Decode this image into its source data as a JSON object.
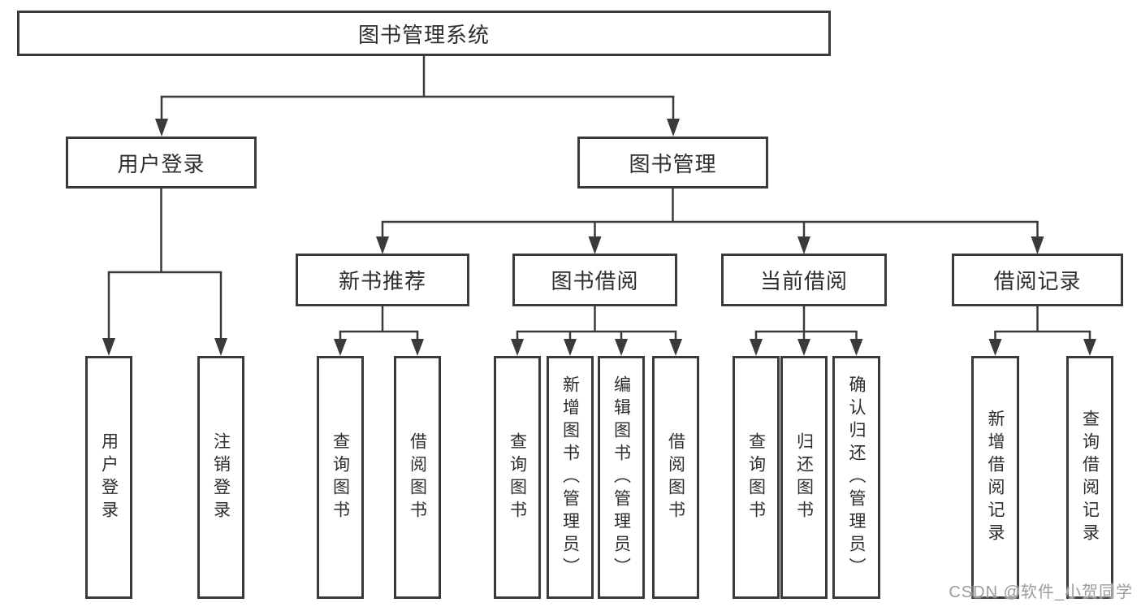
{
  "diagram": {
    "root": {
      "label": "图书管理系统",
      "children": [
        {
          "label": "用户登录",
          "children": [
            {
              "label": "用户登录"
            },
            {
              "label": "注销登录"
            }
          ]
        },
        {
          "label": "图书管理",
          "children": [
            {
              "label": "新书推荐",
              "children": [
                {
                  "label": "查询图书"
                },
                {
                  "label": "借阅图书"
                }
              ]
            },
            {
              "label": "图书借阅",
              "children": [
                {
                  "label": "查询图书"
                },
                {
                  "label": "新增图书（管理员）"
                },
                {
                  "label": "编辑图书（管理员）"
                },
                {
                  "label": "借阅图书"
                }
              ]
            },
            {
              "label": "当前借阅",
              "children": [
                {
                  "label": "查询图书"
                },
                {
                  "label": "归还图书"
                },
                {
                  "label": "确认归还（管理员）"
                }
              ]
            },
            {
              "label": "借阅记录",
              "children": [
                {
                  "label": "新增借阅记录"
                },
                {
                  "label": "查询借阅记录"
                }
              ]
            }
          ]
        }
      ]
    }
  },
  "watermark": {
    "text": "CSDN @软件_小贺同学"
  },
  "colors": {
    "line": "#3a3a3a",
    "text": "#2d2d2d",
    "background": "#ffffff",
    "watermark": "#9c9c9c"
  }
}
